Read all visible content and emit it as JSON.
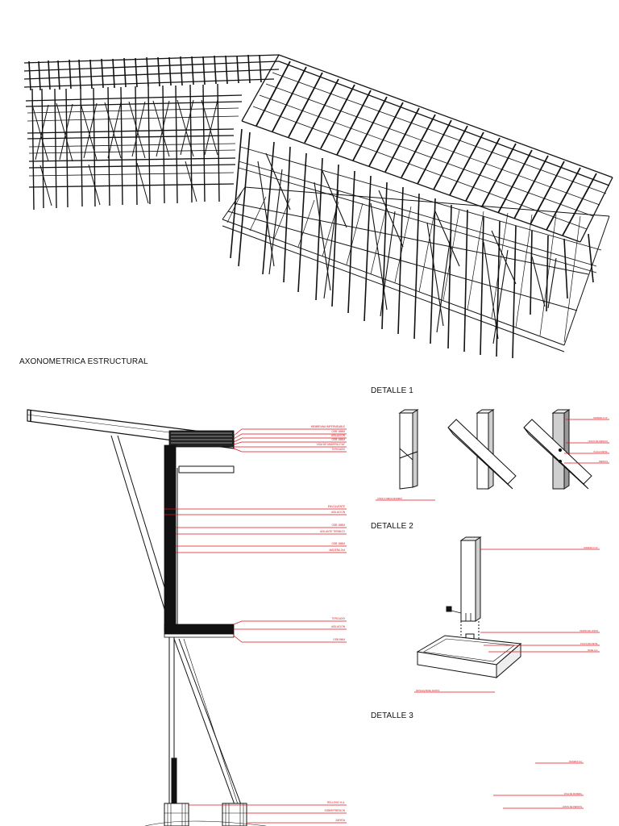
{
  "titles": {
    "axon": "AXONOMETRICA ESTRUCTURAL",
    "d1": "DETALLE 1",
    "d2": "DETALLE 2",
    "d3": "DETALLE 3"
  },
  "section_labels": [
    "MEMBRANA IMPERMEABLE",
    "OSB 18MM",
    "AISLACION",
    "OSB 18MM",
    "VIGA DE MADERA 2\"x6\"",
    "TERCIADO",
    "ENVOLVENTE",
    "AISLACION",
    "OSB 18MM",
    "AISLANTE TERMICO",
    "OSB 18MM",
    "MADERA 2x4",
    "TERCIADO",
    "AISLACION",
    "OSB 9MM",
    "RELLENO H.A.",
    "SOBREPRESION",
    "ZAPATA"
  ],
  "detail1_labels": [
    "MADERA 4\"x4\"",
    "UNION DE PERNOS",
    "PLACA METAL",
    "PERNOS",
    "UNION A MEDIA MADERA"
  ],
  "detail2_labels": [
    "MADERA 4\"x4\"",
    "PERNO DE UNION",
    "PLACA DE METAL",
    "BASE H.A.",
    "DETALLE BASE ZAPATA"
  ],
  "detail3_labels": [
    "MADERA 4x4",
    "VIGA DE MADERA",
    "UNION DE PERNOS"
  ],
  "colors": {
    "line": "#111111",
    "accent": "#e0141c",
    "fill": "#d8d8d8"
  }
}
